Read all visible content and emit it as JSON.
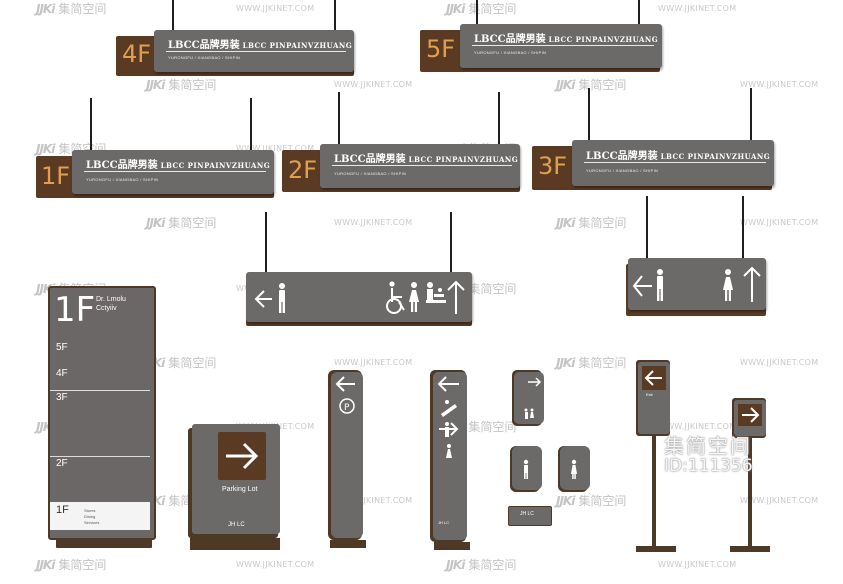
{
  "watermarks": {
    "url": "WWW.JJKINET.COM",
    "logo": "JJKi",
    "brand_cn": "集简空间",
    "id_label": "ID:111356",
    "big_cn": "集简空间"
  },
  "hanging_floor_signs": [
    {
      "floor": "4F",
      "brand": "LBCC品牌男装",
      "brand_en": "LBCC PINPAINVZHUANG",
      "sub": "YURONGFU / XIANGBAO / SHIPIN"
    },
    {
      "floor": "5F",
      "brand": "LBCC品牌男装",
      "brand_en": "LBCC PINPAINVZHUANG",
      "sub": "YURONGFU / XIANGBAO / SHIPIN"
    },
    {
      "floor": "1F",
      "brand": "LBCC品牌男装",
      "brand_en": "LBCC PINPAINVZHUANG",
      "sub": "YURONGFU / XIANGBAO / SHIPIN"
    },
    {
      "floor": "2F",
      "brand": "LBCC品牌男装",
      "brand_en": "LBCC PINPAINVZHUANG",
      "sub": "YURONGFU / XIANGBAO / SHIPIN"
    },
    {
      "floor": "3F",
      "brand": "LBCC品牌男装",
      "brand_en": "LBCC PINPAINVZHUANG",
      "sub": "YURONGFU / XIANGBAO / SHIPIN"
    }
  ],
  "directory": {
    "floor": "1F",
    "name1": "Dr. Lmolu",
    "name2": "Cctyiiv",
    "rows": [
      "5F",
      "4F",
      "3F",
      "2F",
      "1F"
    ],
    "small_entries": [
      "Stores",
      "Dining",
      "Services"
    ]
  },
  "parking_sign": {
    "label": "Parking Lot",
    "logo": "JH LC"
  },
  "post_sign_logo": "JH LC",
  "small_logo": "JH LC",
  "exit_label": "Exit",
  "colors": {
    "grey": "#6c6a69",
    "brown": "#5a3a22",
    "floor_text": "#e0a050"
  }
}
